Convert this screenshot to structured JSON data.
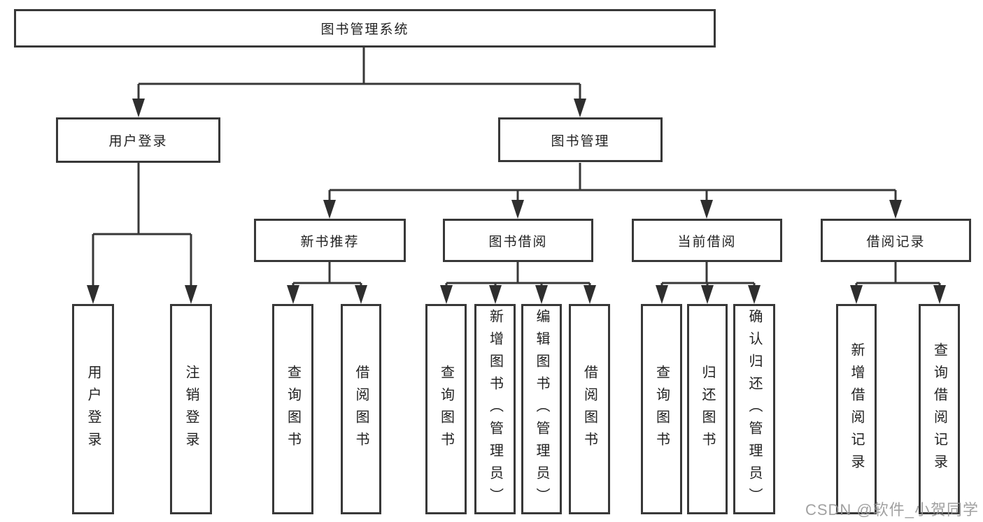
{
  "tree": {
    "root": {
      "label": "图书管理系统"
    },
    "branches": [
      {
        "label": "用户登录",
        "children": [
          {
            "label": "用户登录"
          },
          {
            "label": "注销登录"
          }
        ]
      },
      {
        "label": "图书管理",
        "groups": [
          {
            "label": "新书推荐",
            "children": [
              {
                "label": "查询图书"
              },
              {
                "label": "借阅图书"
              }
            ]
          },
          {
            "label": "图书借阅",
            "children": [
              {
                "label": "查询图书"
              },
              {
                "label": "新增图书（管理员）"
              },
              {
                "label": "编辑图书（管理员）"
              },
              {
                "label": "借阅图书"
              }
            ]
          },
          {
            "label": "当前借阅",
            "children": [
              {
                "label": "查询图书"
              },
              {
                "label": "归还图书"
              },
              {
                "label": "确认归还（管理员）"
              }
            ]
          },
          {
            "label": "借阅记录",
            "children": [
              {
                "label": "新增借阅记录"
              },
              {
                "label": "查询借阅记录"
              }
            ]
          }
        ]
      }
    ]
  },
  "watermark": {
    "text": "CSDN @软件_小贺同学"
  },
  "colors": {
    "line": "#383838",
    "arrow": "#2e2e2e",
    "text": "#222222",
    "background": "#ffffff",
    "watermark": "#949494"
  }
}
